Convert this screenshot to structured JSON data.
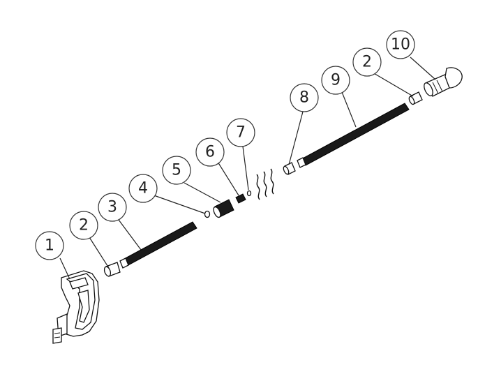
{
  "callouts": [
    {
      "id": "1",
      "label": "1"
    },
    {
      "id": "2a",
      "label": "2"
    },
    {
      "id": "3",
      "label": "3"
    },
    {
      "id": "4",
      "label": "4"
    },
    {
      "id": "5",
      "label": "5"
    },
    {
      "id": "6",
      "label": "6"
    },
    {
      "id": "7",
      "label": "7"
    },
    {
      "id": "8",
      "label": "8"
    },
    {
      "id": "9",
      "label": "9"
    },
    {
      "id": "2b",
      "label": "2"
    },
    {
      "id": "10",
      "label": "10"
    }
  ]
}
